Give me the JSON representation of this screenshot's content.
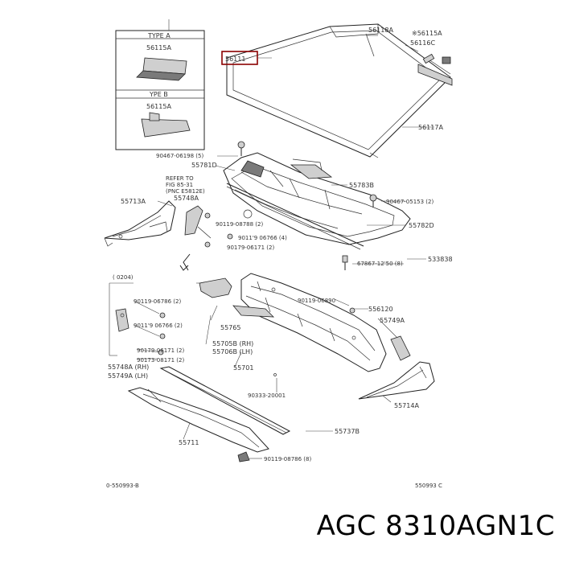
{
  "diagram": {
    "labels": {
      "type_a": "TYPE A",
      "type_b": "YPE B",
      "p56115a_top": "56115A",
      "p56115a_bottom": "56115A",
      "p56111": "56111",
      "p56118a": "56118A",
      "p56115a_star": "※56115A",
      "p56116c": "56116C",
      "p56117a": "56117A",
      "p90467_06198": "90467-06198 (5)",
      "p55781d": "55781D",
      "refer": "REFER TO",
      "fig": "FIG 85-31",
      "pnc": "(PNC E5812E)",
      "p55713a": "55713A",
      "p55748a_top": "55748A",
      "p55783b": "55783B",
      "p90467_05153": "90467-05153 (2)",
      "p90119_08788": "90119-08788 (2)",
      "p55782d": "55782D",
      "p90119_06766_4": "9011'9 06766 (4)",
      "p90179_06171_2a": "90179-06171 (2)",
      "p67867": "67867-12'50 (8)",
      "p53383e": "533838",
      "p0204": "(      0204)",
      "p90119_06790": "90119-06890",
      "p556120": "556120",
      "p90119_06786_2": "90119-06786 (2)",
      "p90119_06766_2": "9011'9 06766 (2)",
      "p55749a_right": "55749A",
      "p90179_06171_2b": "90179-06171 (2)",
      "p90173_08171": "90173-08171 (2)",
      "p55765": "55765",
      "p55705b": "55705B (RH)",
      "p55706b": "55706B (LH)",
      "p55748a_rh": "55748A (RH)",
      "p55749a_lh": "55749A (LH)",
      "p55701": "55701",
      "p90333": "90333-20001",
      "p55714a": "55714A",
      "p55737b": "55737B",
      "p55711": "55711",
      "p90119_08786_8": "90119-08786 (8)",
      "code_left": "0-550993-B",
      "code_right": "550993 C"
    }
  },
  "watermark": "AGC 8310AGN1C"
}
